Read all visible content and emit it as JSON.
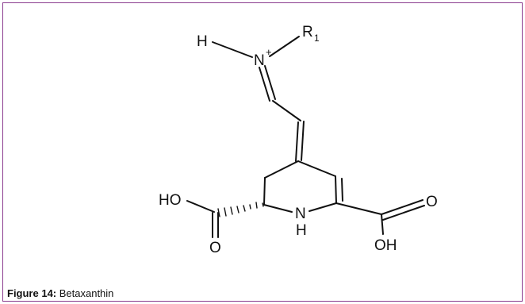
{
  "structure": {
    "atoms": {
      "h_top": "H",
      "n_top": "N",
      "n_charge": "+",
      "r_group": "R",
      "r_subscript": "1",
      "ho_left": "HO",
      "o_left": "O",
      "n_ring": "N",
      "h_ring": "H",
      "o_right": "O",
      "oh_right": "OH"
    }
  },
  "caption": {
    "label": "Figure 14:",
    "text": " Betaxanthin"
  },
  "colors": {
    "border": "#8b3d8f",
    "ink": "#111111",
    "background": "#ffffff"
  }
}
